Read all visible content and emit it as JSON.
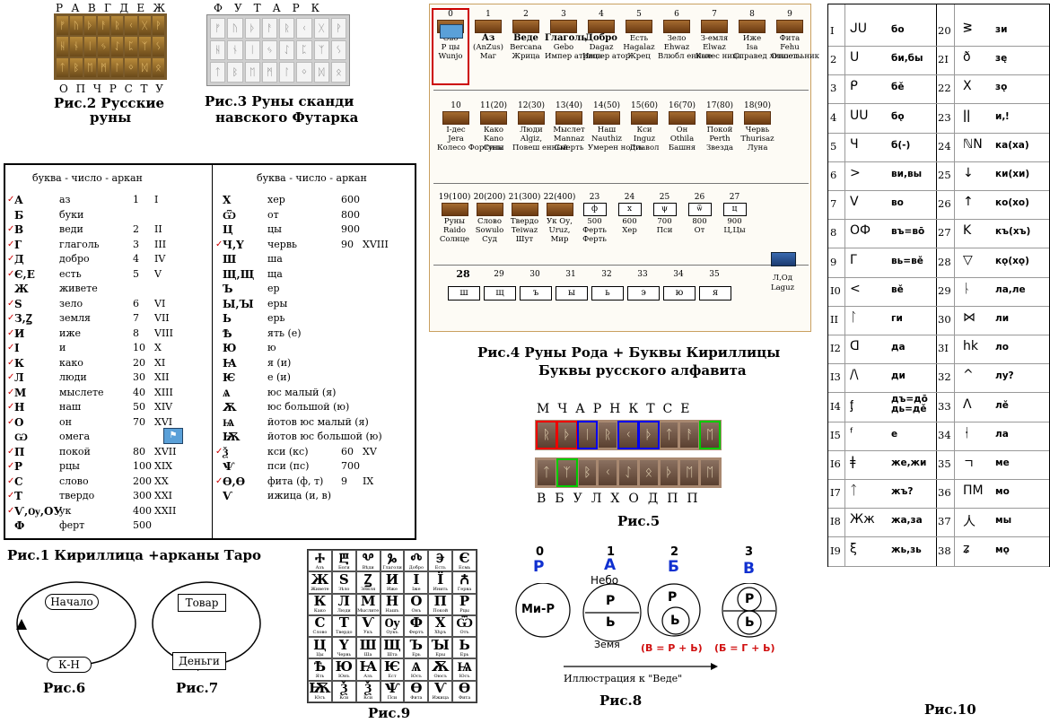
{
  "fig2": {
    "top_letters": [
      "Р",
      "А",
      "В",
      "Г",
      "Д",
      "Е",
      "Ж"
    ],
    "bottom_letters": [
      "О",
      "П",
      "Ч",
      "Р",
      "С",
      "Т",
      "У"
    ],
    "caption_line1": "Рис.2  Русские",
    "caption_line2": "руны"
  },
  "fig3": {
    "top_letters": [
      "Ф",
      "У",
      "Т",
      "А",
      "Р",
      "К"
    ],
    "caption_line1": "Рис.3  Руны сканди",
    "caption_line2": "навского Футарка"
  },
  "fig1": {
    "header_left": "буква  -  число  -  аркан",
    "header_right": "буква  -  число  -  аркан",
    "caption": "Рис.1   Кириллица +арканы Таро",
    "left_rows": [
      {
        "chk": "✓",
        "l": "А",
        "n": "аз",
        "num": "1",
        "ark": "I"
      },
      {
        "chk": "",
        "l": "Б",
        "n": "буки",
        "num": "",
        "ark": ""
      },
      {
        "chk": "✓",
        "l": "В",
        "n": "веди",
        "num": "2",
        "ark": "II"
      },
      {
        "chk": "✓",
        "l": "Г",
        "n": "глаголь",
        "num": "3",
        "ark": "III"
      },
      {
        "chk": "✓",
        "l": "Д",
        "n": "добро",
        "num": "4",
        "ark": "IV"
      },
      {
        "chk": "✓",
        "l": "Є,Е",
        "n": "есть",
        "num": "5",
        "ark": "V"
      },
      {
        "chk": "",
        "l": "Ж",
        "n": "живете",
        "num": "",
        "ark": ""
      },
      {
        "chk": "✓",
        "l": "Ѕ",
        "n": "зело",
        "num": "6",
        "ark": "VI"
      },
      {
        "chk": "✓",
        "l": "З,Ꙁ",
        "n": "земля",
        "num": "7",
        "ark": "VII"
      },
      {
        "chk": "✓",
        "l": "И",
        "n": "иже",
        "num": "8",
        "ark": "VIII"
      },
      {
        "chk": "✓",
        "l": "І",
        "n": "и",
        "num": "10",
        "ark": "X"
      },
      {
        "chk": "✓",
        "l": "К",
        "n": "како",
        "num": "20",
        "ark": "XI"
      },
      {
        "chk": "✓",
        "l": "Л",
        "n": "люди",
        "num": "30",
        "ark": "XII"
      },
      {
        "chk": "✓",
        "l": "М",
        "n": "мыслете",
        "num": "40",
        "ark": "XIII"
      },
      {
        "chk": "✓",
        "l": "Н",
        "n": "наш",
        "num": "50",
        "ark": "XIV"
      },
      {
        "chk": "✓",
        "l": "О",
        "n": "он",
        "num": "70",
        "ark": "XVI"
      },
      {
        "chk": "",
        "l": "Ѡ",
        "n": "омега",
        "num": "",
        "ark": ""
      },
      {
        "chk": "✓",
        "l": "П",
        "n": "покой",
        "num": "80",
        "ark": "XVII"
      },
      {
        "chk": "✓",
        "l": "Р",
        "n": "рцы",
        "num": "100",
        "ark": "XIX"
      },
      {
        "chk": "✓",
        "l": "С",
        "n": "слово",
        "num": "200",
        "ark": "XX"
      },
      {
        "chk": "✓",
        "l": "Т",
        "n": "твердо",
        "num": "300",
        "ark": "XXI"
      },
      {
        "chk": "✓",
        "l": "Ѵ,Ѹ,ОУ",
        "n": "ук",
        "num": "400",
        "ark": "XXII"
      },
      {
        "chk": "",
        "l": "Ф",
        "n": "ферт",
        "num": "500",
        "ark": ""
      }
    ],
    "right_rows": [
      {
        "chk": "",
        "l": "Х",
        "n": "хер",
        "num": "600",
        "ark": ""
      },
      {
        "chk": "",
        "l": "Ѿ",
        "n": "от",
        "num": "800",
        "ark": ""
      },
      {
        "chk": "",
        "l": "Ц",
        "n": "цы",
        "num": "900",
        "ark": ""
      },
      {
        "chk": "✓",
        "l": "Ч,Ү",
        "n": "червь",
        "num": "90",
        "ark": "XVIII"
      },
      {
        "chk": "",
        "l": "Ш",
        "n": "ша",
        "num": "",
        "ark": ""
      },
      {
        "chk": "",
        "l": "Щ,Щ",
        "n": "ща",
        "num": "",
        "ark": ""
      },
      {
        "chk": "",
        "l": "Ъ",
        "n": "ер",
        "num": "",
        "ark": ""
      },
      {
        "chk": "",
        "l": "Ы,Ꙑ",
        "n": "еры",
        "num": "",
        "ark": ""
      },
      {
        "chk": "",
        "l": "Ь",
        "n": "ерь",
        "num": "",
        "ark": ""
      },
      {
        "chk": "",
        "l": "Ѣ",
        "n": "ять (е)",
        "num": "",
        "ark": ""
      },
      {
        "chk": "",
        "l": "Ю",
        "n": "ю",
        "num": "",
        "ark": ""
      },
      {
        "chk": "",
        "l": "Ꙗ",
        "n": "я (и)",
        "num": "",
        "ark": ""
      },
      {
        "chk": "",
        "l": "Ѥ",
        "n": "е (и)",
        "num": "",
        "ark": ""
      },
      {
        "chk": "",
        "l": "Ѧ",
        "n": "юс малый (я)",
        "num": "",
        "ark": ""
      },
      {
        "chk": "",
        "l": "Ѫ",
        "n": "юс большой (ю)",
        "num": "",
        "ark": ""
      },
      {
        "chk": "",
        "l": "Ѩ",
        "n": "йотов юс малый (я)",
        "num": "",
        "ark": ""
      },
      {
        "chk": "",
        "l": "Ѭ",
        "n": "йотов юс большой (ю)",
        "num": "",
        "ark": ""
      },
      {
        "chk": "✓",
        "l": "Ѯ",
        "n": "кси (кс)",
        "num": "60",
        "ark": "XV"
      },
      {
        "chk": "",
        "l": "Ѱ",
        "n": "пси (пс)",
        "num": "700",
        "ark": ""
      },
      {
        "chk": "✓",
        "l": "Ѳ,Ѳ",
        "n": "фита (ф, т)",
        "num": "9",
        "ark": "IX"
      },
      {
        "chk": "",
        "l": "Ѵ",
        "n": "ижица (и, в)",
        "num": "",
        "ark": ""
      }
    ]
  },
  "fig4": {
    "caption_line1": "Рис.4  Руны Рода + Буквы Кириллицы",
    "caption_line2": "Буквы русского алфавита",
    "row1": [
      {
        "num": "0",
        "a": "Ово",
        "b": "Р цы",
        "c": "Wunjo"
      },
      {
        "num": "1",
        "a": "Аз",
        "b": "(AnZus)",
        "c": "Маг"
      },
      {
        "num": "2",
        "a": "Веде",
        "b": "Bercana",
        "c": "Жрица"
      },
      {
        "num": "3",
        "a": "Глаголь",
        "b": "Gebo",
        "c": "Импер атрица"
      },
      {
        "num": "4",
        "a": "Добро",
        "b": "Dagaz",
        "c": "Импер атор"
      },
      {
        "num": "5",
        "a": "Есть",
        "b": "Hagalaz",
        "c": "Жрец"
      },
      {
        "num": "6",
        "a": "Зело",
        "b": "Ehwaz",
        "c": "Влюбл енные"
      },
      {
        "num": "7",
        "a": "З-емля",
        "b": "Elwaz",
        "c": "Колес ница"
      },
      {
        "num": "8",
        "a": "Иже",
        "b": "Isa",
        "c": "Справед ливость"
      },
      {
        "num": "9",
        "a": "Фита",
        "b": "Fehu",
        "c": "Отшел ьник"
      }
    ],
    "row2": [
      {
        "num": "10",
        "a": "I-дес",
        "b": "Jera",
        "c": "Колесо Фортуны"
      },
      {
        "num": "11(20)",
        "a": "Како",
        "b": "Kano",
        "c": "Сила"
      },
      {
        "num": "12(30)",
        "a": "Люди",
        "b": "Algiz,",
        "c": "Повеш енный"
      },
      {
        "num": "13(40)",
        "a": "Мыслет",
        "b": "Mannaz",
        "c": "Смерть"
      },
      {
        "num": "14(50)",
        "a": "Наш",
        "b": "Nauthiz",
        "c": "Умерен ность"
      },
      {
        "num": "15(60)",
        "a": "Кси",
        "b": "Inguz",
        "c": "Диавол"
      },
      {
        "num": "16(70)",
        "a": "Он",
        "b": "Othila",
        "c": "Башня"
      },
      {
        "num": "17(80)",
        "a": "Покой",
        "b": "Perth",
        "c": "Звезда"
      },
      {
        "num": "18(90)",
        "a": "Червь",
        "b": "Thurisaz",
        "c": "Луна"
      }
    ],
    "row3": [
      {
        "num": "19(100)",
        "a": "Руны",
        "b": "Raido",
        "c": "Солнце"
      },
      {
        "num": "20(200)",
        "a": "Слово",
        "b": "Sowulo",
        "c": "Суд"
      },
      {
        "num": "21(300)",
        "a": "Твердо",
        "b": "Teiwaz",
        "c": "Шут"
      },
      {
        "num": "22(400)",
        "a": "Ук Оу,",
        "b": "Uruz,",
        "c": "Мир"
      },
      {
        "num": "23",
        "sym": "ф",
        "a": "500",
        "b": "Ферть",
        "c": "Ферть"
      },
      {
        "num": "24",
        "sym": "х",
        "a": "600",
        "b": "Хер",
        "c": ""
      },
      {
        "num": "25",
        "sym": "ψ",
        "a": "700",
        "b": "Пси",
        "c": ""
      },
      {
        "num": "26",
        "sym": "ѿ",
        "a": "800",
        "b": "От",
        "c": ""
      },
      {
        "num": "27",
        "sym": "ц",
        "a": "900",
        "b": "Ц,Цы",
        "c": ""
      }
    ],
    "row4": [
      {
        "num": "28",
        "sym": "ш"
      },
      {
        "num": "29",
        "sym": "щ"
      },
      {
        "num": "30",
        "sym": "ъ"
      },
      {
        "num": "31",
        "sym": "ы"
      },
      {
        "num": "32",
        "sym": "ь"
      },
      {
        "num": "33",
        "sym": "э"
      },
      {
        "num": "34",
        "sym": "ю"
      },
      {
        "num": "35",
        "sym": "я"
      }
    ],
    "laguz_a": "Л,Од",
    "laguz_b": "Laguz"
  },
  "fig5": {
    "top": "МЧАРНКТСЕ",
    "bottom": "ВБУЛХОДПП",
    "caption": "Рис.5"
  },
  "fig6": {
    "top": "Начало",
    "bottom": "К-Н",
    "caption": "Рис.6"
  },
  "fig7": {
    "top": "Товар",
    "bottom": "Деньги",
    "caption": "Рис.7"
  },
  "fig8": {
    "n0": "0",
    "n1": "1",
    "n2": "2",
    "n3": "3",
    "l0": "Р",
    "l1": "А",
    "l2": "Б",
    "l3": "В",
    "c0": "Ми-Р",
    "sky": "Небо",
    "earth": "Земя",
    "r": "Р",
    "b": "Ь",
    "f2": "(В = Р + Ь)",
    "f3": "(Б = Г + Ь)",
    "arrow_label": "Иллюстрация к \"Веде\"",
    "caption": "Рис.8"
  },
  "fig9": {
    "caption": "Рис.9",
    "cells": [
      [
        "Ⰰ",
        "Азъ"
      ],
      [
        "Ⰱ",
        "Боги"
      ],
      [
        "Ⰲ",
        "Вѣди"
      ],
      [
        "Ⰳ",
        "Глаголи"
      ],
      [
        "Ⰴ",
        "Добро"
      ],
      [
        "Ⰵ",
        "Есть"
      ],
      [
        "Є",
        "Есмь"
      ],
      [
        "Ж",
        "Живете"
      ],
      [
        "Ѕ",
        "Зѣло"
      ],
      [
        "Ꙁ",
        "Земля"
      ],
      [
        "И",
        "Иже"
      ],
      [
        "І",
        "Іже"
      ],
      [
        "Ї",
        "Инить"
      ],
      [
        "Ꙉ",
        "Герва"
      ],
      [
        "К",
        "Како"
      ],
      [
        "Л",
        "Люди"
      ],
      [
        "М",
        "Мыслите"
      ],
      [
        "Н",
        "Нашъ"
      ],
      [
        "О",
        "Онъ"
      ],
      [
        "П",
        "Покой"
      ],
      [
        "Р",
        "Рцы"
      ],
      [
        "С",
        "Слово"
      ],
      [
        "Т",
        "Твердо"
      ],
      [
        "Ѵ",
        "Укъ"
      ],
      [
        "Ѹ",
        "Оукъ"
      ],
      [
        "Ф",
        "Фертъ"
      ],
      [
        "Х",
        "Хѣръ"
      ],
      [
        "Ѿ",
        "Отъ"
      ],
      [
        "Ц",
        "Цы"
      ],
      [
        "Ү",
        "Червь"
      ],
      [
        "Ш",
        "Ша"
      ],
      [
        "Щ",
        "Шта"
      ],
      [
        "Ъ",
        "Ерь"
      ],
      [
        "Ꙑ",
        "Еры"
      ],
      [
        "Ь",
        "Ерь"
      ],
      [
        "Ѣ",
        "Ять"
      ],
      [
        "Ю",
        "Юнъ"
      ],
      [
        "Ꙗ",
        "Азъ"
      ],
      [
        "Ѥ",
        "Ест"
      ],
      [
        "Ѧ",
        "Юсъ"
      ],
      [
        "Ѫ",
        "Оюсъ"
      ],
      [
        "Ѩ",
        "Юсъ"
      ],
      [
        "Ѭ",
        "Юсъ"
      ],
      [
        "Ѯ",
        "Кси"
      ],
      [
        "Ѯ",
        "Кси"
      ],
      [
        "Ѱ",
        "Пси"
      ],
      [
        "Ѳ",
        "Фита"
      ],
      [
        "Ѵ",
        "Ижица"
      ],
      [
        "Ѳ",
        "Фита"
      ]
    ]
  },
  "fig10": {
    "caption": "Рис.10",
    "rows": [
      {
        "a": "I",
        "ag": "ᒍᑌ",
        "av": "бо",
        "b": "20",
        "bg": "ᕒ",
        "bv": "зи"
      },
      {
        "a": "2",
        "ag": "ᑌ",
        "av": "би,бы",
        "b": "2I",
        "bg": "ð",
        "bv": "зę"
      },
      {
        "a": "3",
        "ag": "ᑭ",
        "av": "бě",
        "b": "22",
        "bg": "X",
        "bv": "зǫ"
      },
      {
        "a": "4",
        "ag": "ᑌᑌ",
        "av": "бǫ",
        "b": "23",
        "bg": "ǀǀ",
        "bv": "и,ǃ"
      },
      {
        "a": "5",
        "ag": "Ч",
        "av": "б(-)",
        "b": "24",
        "bg": "ℕN",
        "bv": "ка(ха)"
      },
      {
        "a": "6",
        "ag": ">",
        "av": "ви,вы",
        "b": "25",
        "bg": "↓",
        "bv": "ки(хи)"
      },
      {
        "a": "7",
        "ag": "V",
        "av": "во",
        "b": "26",
        "bg": "↑",
        "bv": "ко(хо)"
      },
      {
        "a": "8",
        "ag": "ОФ",
        "av": "въ=вō",
        "b": "27",
        "bg": "K",
        "bv": "къ(хъ)"
      },
      {
        "a": "9",
        "ag": "Γ",
        "av": "вь=вě",
        "b": "28",
        "bg": "▽",
        "bv": "кǫ(хǫ)"
      },
      {
        "a": "I0",
        "ag": "<",
        "av": "вě",
        "b": "29",
        "bg": "ᚿ",
        "bv": "ла,ле"
      },
      {
        "a": "II",
        "ag": "ᛚ",
        "av": "ги",
        "b": "30",
        "bg": "⋈",
        "bv": "ли"
      },
      {
        "a": "I2",
        "ag": "ᗡ",
        "av": "да",
        "b": "3I",
        "bg": "hk",
        "bv": "ло"
      },
      {
        "a": "I3",
        "ag": "/\\",
        "av": "ди",
        "b": "32",
        "bg": "^",
        "bv": "лу?"
      },
      {
        "a": "I4",
        "ag": "ᶂ",
        "av": "дъ=дō дь=дě",
        "b": "33",
        "bg": "Λ",
        "bv": "лě"
      },
      {
        "a": "I5",
        "ag": "ᶠ",
        "av": "е",
        "b": "34",
        "bg": "ᚽ",
        "bv": "ла"
      },
      {
        "a": "I6",
        "ag": "ǂ",
        "av": "же,жи",
        "b": "35",
        "bg": "ㄱ",
        "bv": "ме"
      },
      {
        "a": "I7",
        "ag": "ᛏ",
        "av": "жъ?",
        "b": "36",
        "bg": "ΠΜ",
        "bv": "мо"
      },
      {
        "a": "I8",
        "ag": "Жж",
        "av": "жа,за",
        "b": "37",
        "bg": "人",
        "bv": "мы"
      },
      {
        "a": "I9",
        "ag": "ξ",
        "av": "жь,зь",
        "b": "38",
        "bg": "ʑ",
        "bv": "мǫ"
      }
    ]
  }
}
